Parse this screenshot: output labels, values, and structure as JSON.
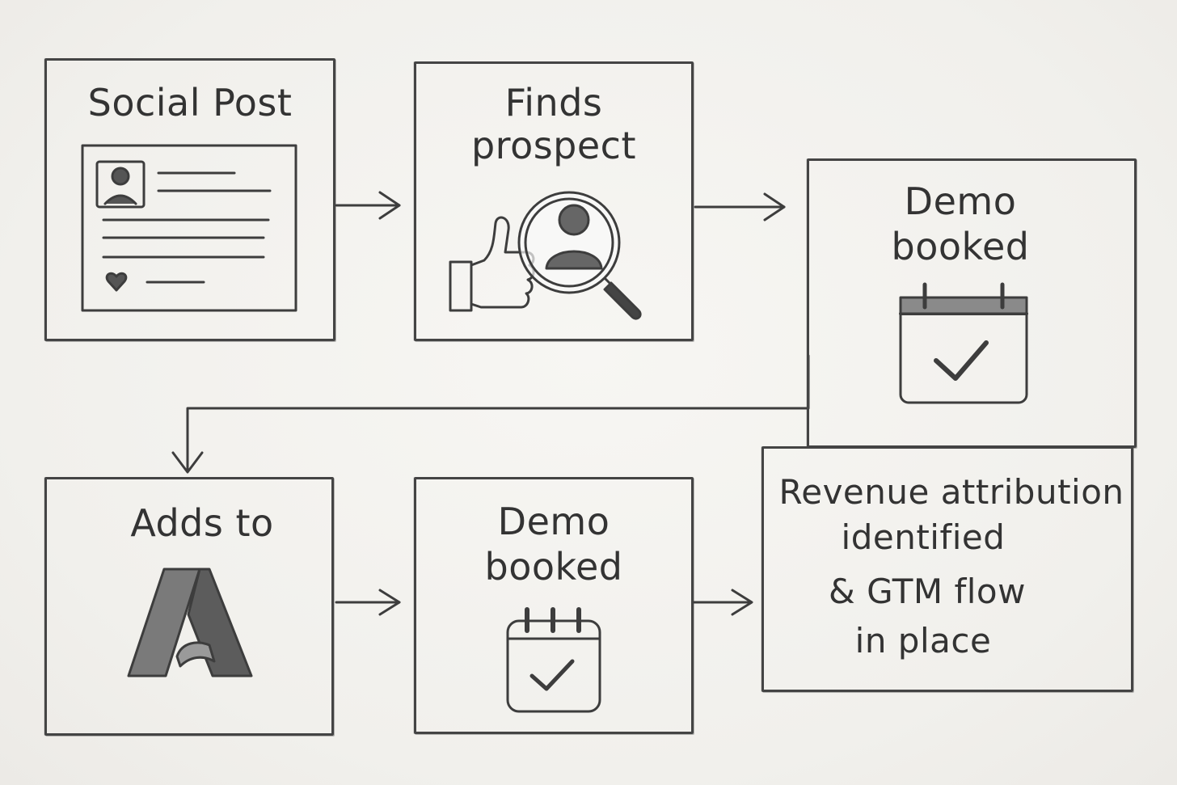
{
  "steps": [
    {
      "title": "Social Post"
    },
    {
      "title_line1": "Finds",
      "title_line2": "prospect"
    },
    {
      "title_line1": "Demo",
      "title_line2": "booked"
    },
    {
      "title": "Adds to"
    },
    {
      "title_line1": "Demo",
      "title_line2": "booked"
    },
    {
      "title_lines": [
        "Revenue attribution",
        "identified",
        "& GTM flow",
        "in place"
      ]
    }
  ],
  "icons": [
    "social-post-card-icon",
    "thumbs-up-icon",
    "magnifying-glass-person-icon",
    "calendar-check-icon",
    "a-logo-icon",
    "calendar-check-icon"
  ]
}
